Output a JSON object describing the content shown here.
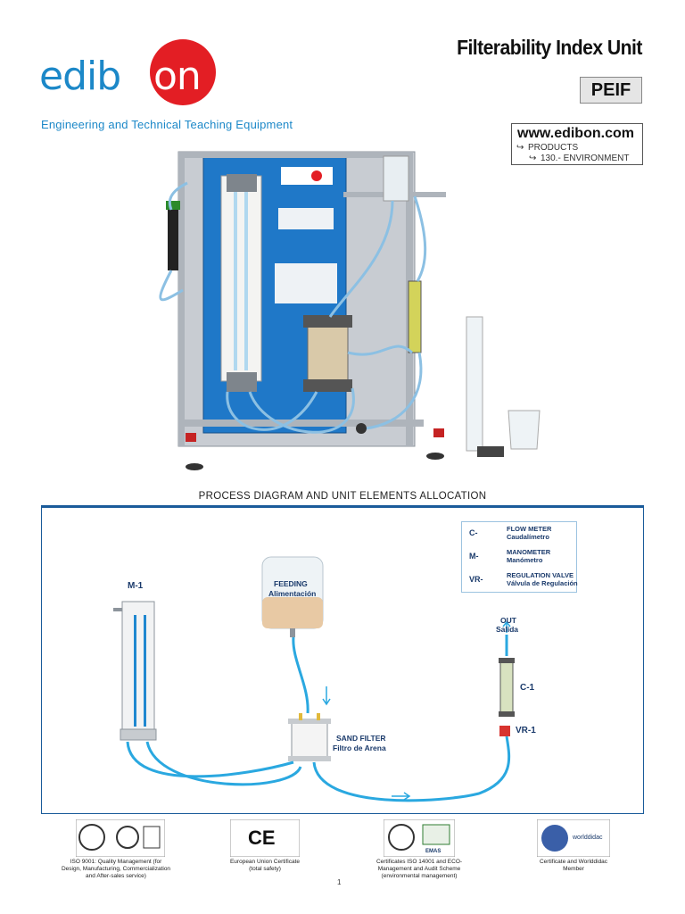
{
  "brand": {
    "logo_part1": "edib",
    "logo_part2": "on",
    "tagline": "Engineering and Technical Teaching Equipment",
    "brand_blue": "#1c88c8",
    "brand_red": "#e31e24"
  },
  "header": {
    "title": "Filterability Index Unit",
    "code": "PEIF",
    "website": "www.edibon.com",
    "nav_1": "PRODUCTS",
    "nav_2": "130.- ENVIRONMENT"
  },
  "section": {
    "title": "PROCESS DIAGRAM AND UNIT ELEMENTS ALLOCATION"
  },
  "legend": [
    {
      "key": "C-",
      "en": "FLOW METER",
      "es": "Caudalímetro"
    },
    {
      "key": "M-",
      "en": "MANOMETER",
      "es": "Manómetro"
    },
    {
      "key": "VR-",
      "en": "REGULATION VALVE",
      "es": "Válvula de Regulación"
    }
  ],
  "diagram": {
    "manometer": "M-1",
    "feeding_en": "FEEDING",
    "feeding_es": "Alimentación",
    "filter_en": "SAND FILTER",
    "filter_es": "Filtro de Arena",
    "out_en": "OUT",
    "out_es": "Salida",
    "flowmeter": "C-1",
    "valve": "VR-1",
    "pipe_color": "#2aa8e0"
  },
  "certificates": [
    {
      "caption_1": "ISO 9001: Quality Management (for",
      "caption_2": "Design, Manufacturing, Commercialization",
      "caption_3": "and After-sales service)"
    },
    {
      "caption_1": "European Union Certificate",
      "caption_2": "(total safety)",
      "caption_3": ""
    },
    {
      "caption_1": "Certificates ISO 14001 and ECO-",
      "caption_2": "Management and Audit Scheme",
      "caption_3": "(environmental management)"
    },
    {
      "caption_1": "Certificate and Worlddidac",
      "caption_2": "Member",
      "caption_3": ""
    }
  ],
  "cert_marks": {
    "ce": "CE",
    "emas": "EMAS",
    "worlddidac": "worlddidac"
  },
  "page": {
    "number": "1"
  }
}
